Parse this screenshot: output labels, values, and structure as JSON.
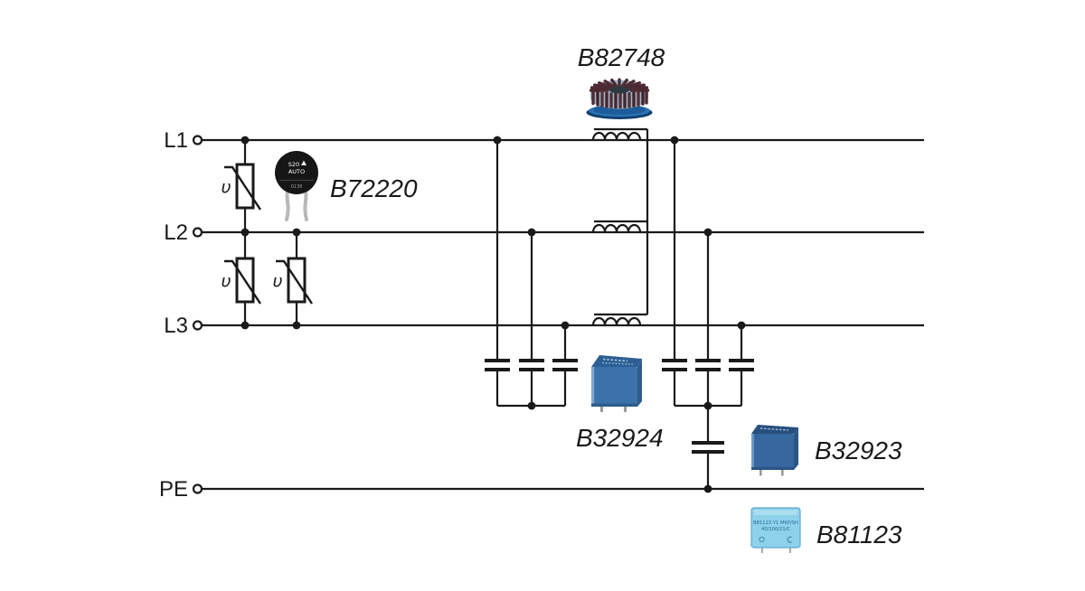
{
  "colors": {
    "background": "#ffffff",
    "line": "#1a1a1a",
    "label": "#1a1a1a",
    "muted_label": "#a6a6a6",
    "choke_base_blue": "#2a72b3",
    "choke_winding_maroon": "#4e2b34",
    "choke_core_gray_blue": "#a3bccb",
    "varistor_disc_black": "#161616",
    "cap_x2_blue": "#3b72a9",
    "cap_y2_blue": "#36689f",
    "cap_b81123_light_blue": "#8ed1ea",
    "lead_silver": "#b8b8b8"
  },
  "ports": [
    {
      "id": "L1",
      "label": "L1"
    },
    {
      "id": "L2",
      "label": "L2"
    },
    {
      "id": "L3",
      "label": "L3"
    },
    {
      "id": "PE",
      "label": "PE"
    }
  ],
  "varistor_letter": "υ",
  "products": [
    {
      "id": "B82748",
      "label": "B82748",
      "icon": "toroidal-choke-photo"
    },
    {
      "id": "B72220",
      "label": "B72220",
      "icon": "disc-varistor-photo"
    },
    {
      "id": "B32924",
      "label": "B32924",
      "icon": "box-capacitor-photo"
    },
    {
      "id": "B32923",
      "label": "B32923",
      "icon": "box-capacitor-photo"
    },
    {
      "id": "B81123",
      "label": "B81123",
      "icon": "box-capacitor-photo-muted"
    }
  ],
  "markings": {
    "b72220": [
      "S20",
      "AUTO",
      "0138"
    ],
    "b81123": [
      "B81123 Y1 MKP/SH",
      "40/100/21/C"
    ]
  }
}
